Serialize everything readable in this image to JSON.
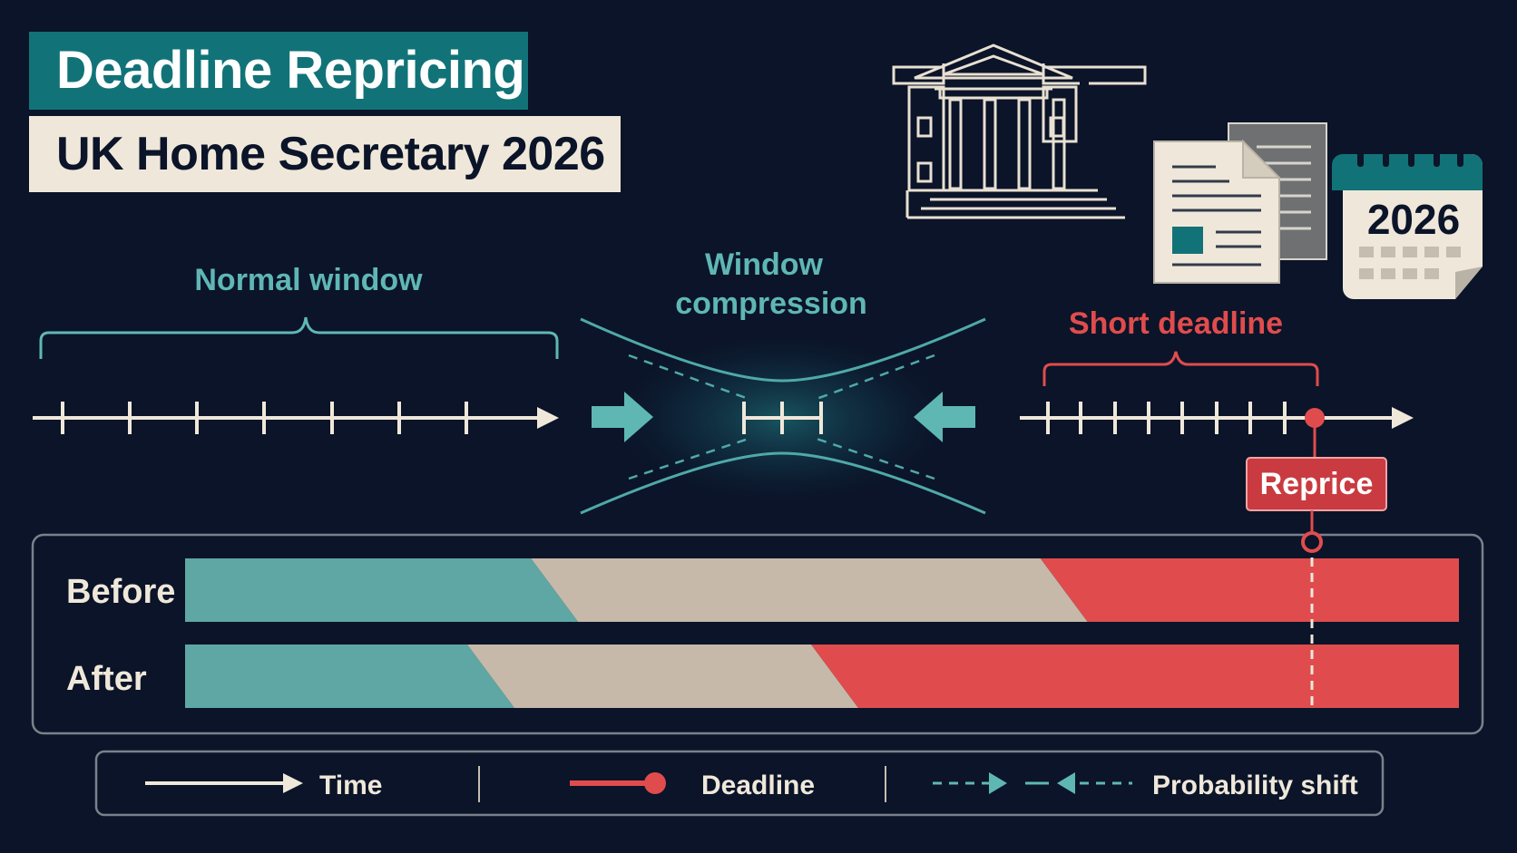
{
  "header": {
    "title": "Deadline Repricing",
    "subtitle": "UK Home Secretary 2026"
  },
  "icons": {
    "building": "government-building-icon",
    "documents": "documents-icon",
    "calendar": "calendar-icon",
    "calendar_year": "2026"
  },
  "diagram": {
    "normal_window_label": "Normal window",
    "compression_label_line1": "Window",
    "compression_label_line2": "compression",
    "short_deadline_label": "Short deadline",
    "reprice_label": "Reprice"
  },
  "bars": {
    "before_label": "Before",
    "after_label": "After",
    "before_segments": {
      "teal_end": 0.29,
      "beige_end": 0.69
    },
    "after_segments": {
      "teal_end": 0.24,
      "beige_end": 0.51
    }
  },
  "legend": {
    "time_label": "Time",
    "deadline_label": "Deadline",
    "probability_label": "Probability shift"
  },
  "colors": {
    "background": "#0b1428",
    "teal": "#5ea7a4",
    "teal_dark": "#117378",
    "beige": "#c6b9aa",
    "red": "#e04c4d",
    "cream": "#efe8da"
  }
}
